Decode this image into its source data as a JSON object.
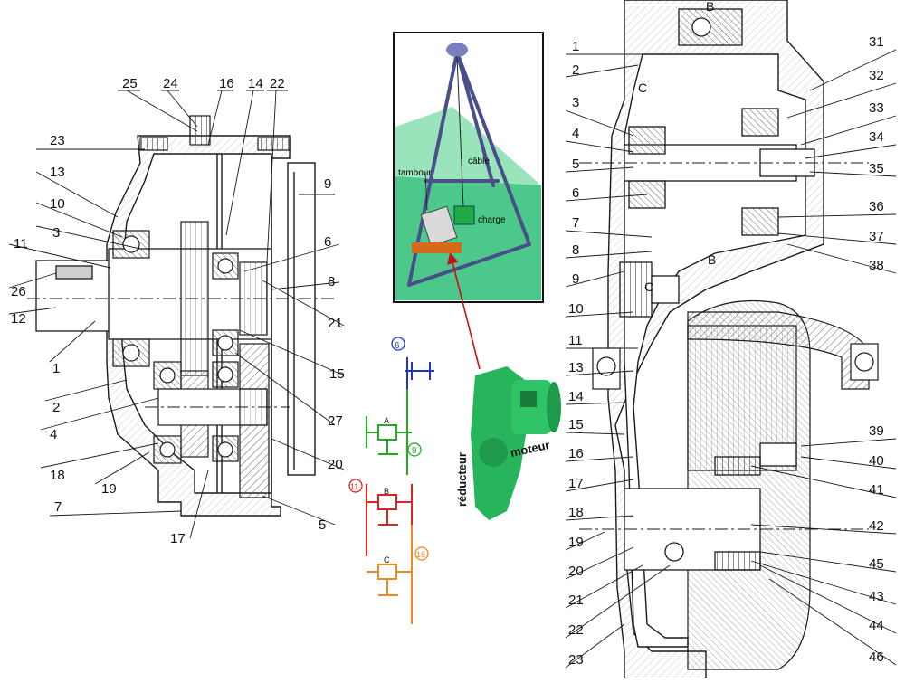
{
  "left_drawing": {
    "callouts": [
      "25",
      "24",
      "16",
      "14",
      "22",
      "23",
      "13",
      "10",
      "3",
      "11",
      "26",
      "12",
      "1",
      "2",
      "4",
      "18",
      "19",
      "7",
      "17",
      "5",
      "20",
      "27",
      "15",
      "21",
      "8",
      "6",
      "9"
    ]
  },
  "photo_inset": {
    "labels": {
      "cable": "câble",
      "drum": "tambour",
      "load": "charge"
    }
  },
  "schematic": {
    "circles": [
      "6",
      "9",
      "11",
      "16"
    ],
    "shaft_labels": [
      "A",
      "B",
      "C"
    ]
  },
  "motor_unit": {
    "labels": {
      "reducer": "réducteur",
      "motor": "moteur"
    }
  },
  "right_drawing": {
    "left_callouts": [
      "1",
      "2",
      "3",
      "4",
      "5",
      "6",
      "7",
      "8",
      "9",
      "10",
      "11",
      "13",
      "14",
      "15",
      "16",
      "17",
      "18",
      "19",
      "20",
      "21",
      "22",
      "23"
    ],
    "right_callouts": [
      "31",
      "32",
      "33",
      "34",
      "35",
      "36",
      "37",
      "38",
      "39",
      "40",
      "41",
      "42",
      "45",
      "43",
      "44",
      "46"
    ],
    "section_letters": [
      "B",
      "C",
      "C",
      "B"
    ]
  },
  "colors": {
    "line": "#1a1a1a",
    "hatch": "#777777",
    "inset_green": "#4cc98a",
    "schematic_blue": "#2233cc",
    "schematic_green": "#22aa22",
    "schematic_red": "#dd2222",
    "schematic_orange": "#ee8822",
    "motor_green": "#27b45a",
    "arrow_red": "#cc1111"
  }
}
